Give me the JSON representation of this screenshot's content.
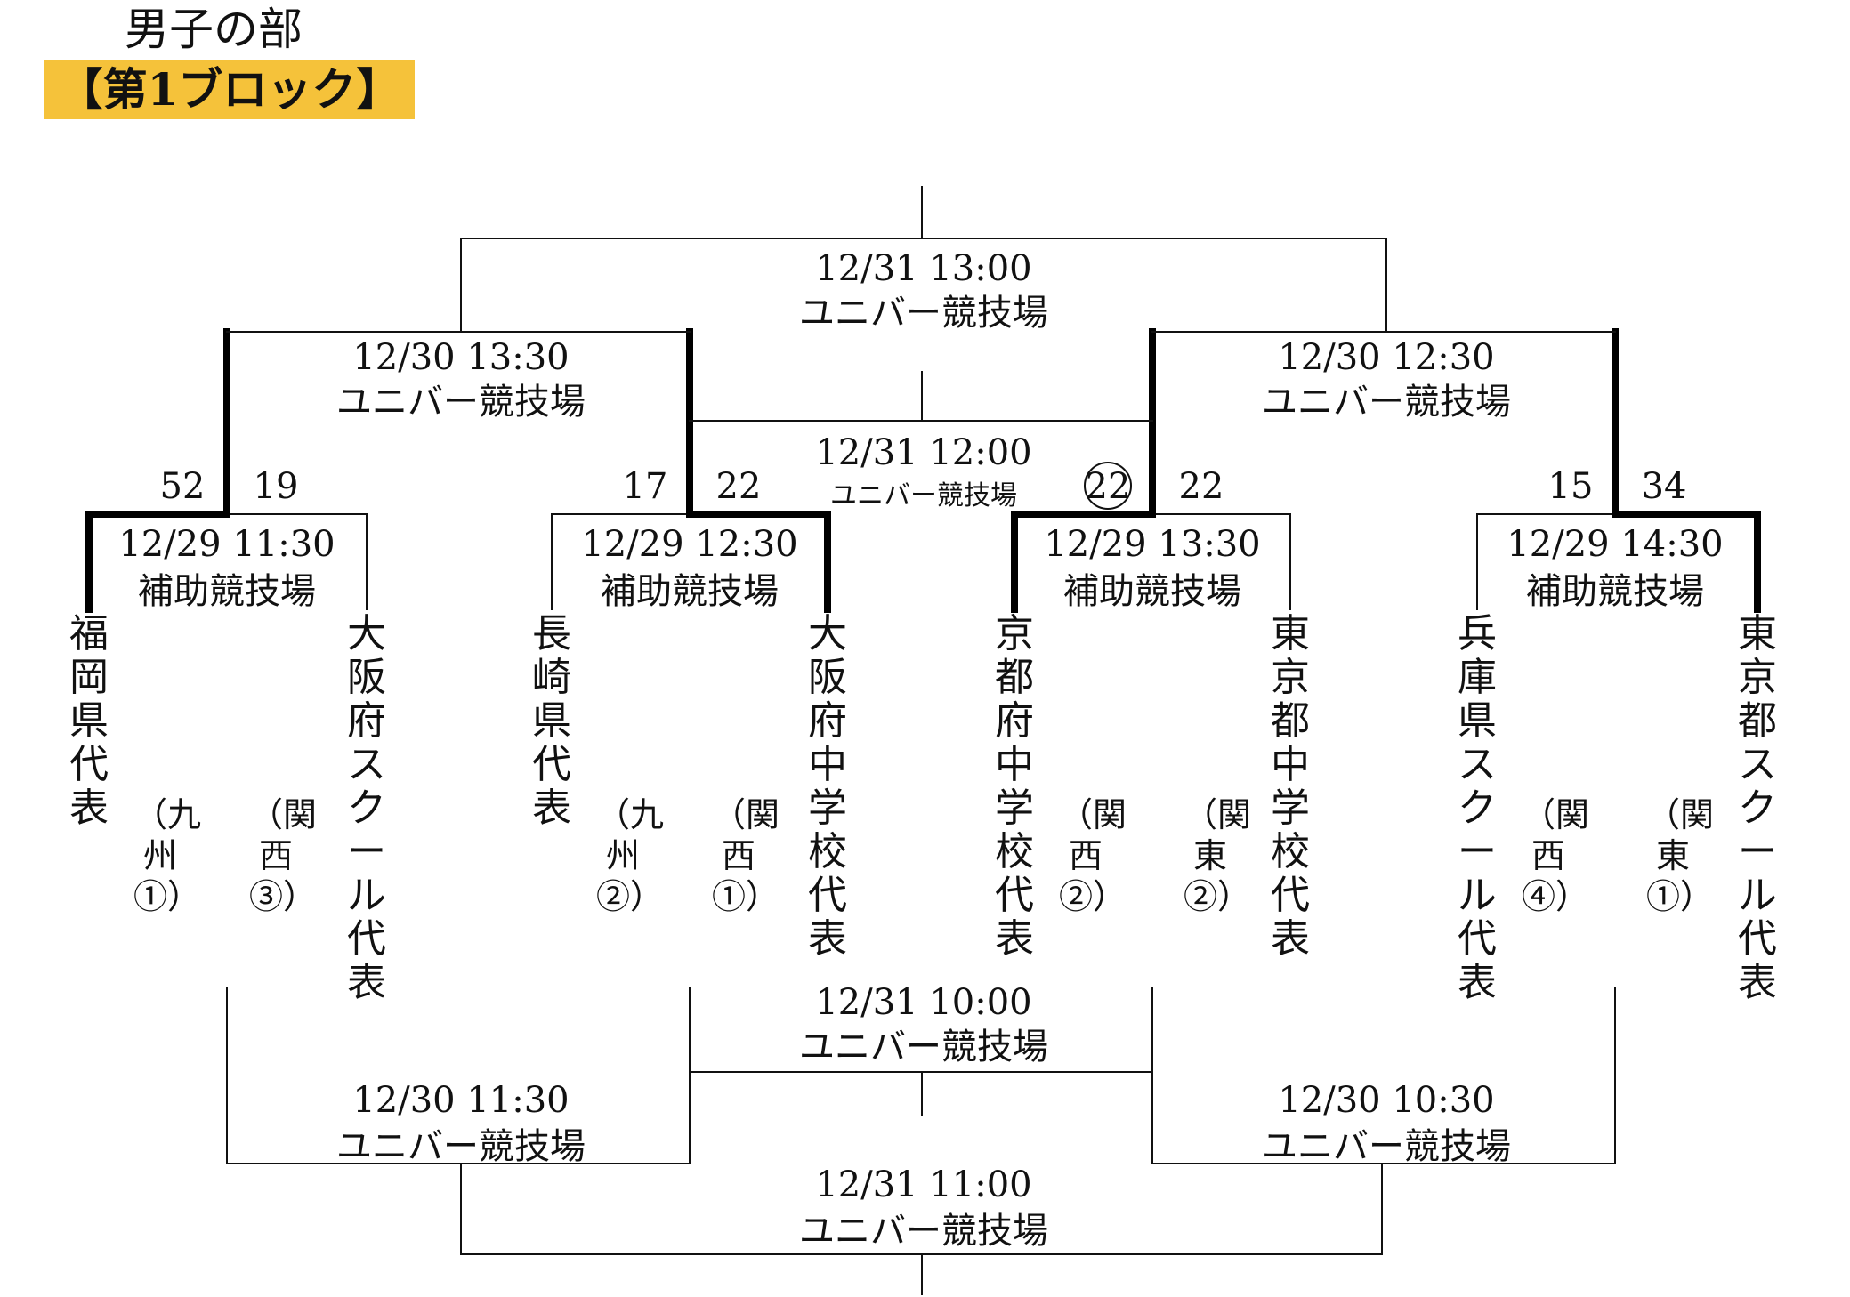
{
  "header": {
    "division": "男子の部",
    "block": "【第1ブロック】",
    "block_bg": "#f5c23a"
  },
  "colors": {
    "line": "#111111",
    "winner": "#000000"
  },
  "teams": [
    {
      "name": "福岡県代表",
      "region": ""
    },
    {
      "name": "",
      "region": "（九州①）"
    },
    {
      "name": "",
      "region": "（関西③）"
    },
    {
      "name": "大阪府スクール代表",
      "region": ""
    },
    {
      "name": "長崎県代表",
      "region": ""
    },
    {
      "name": "",
      "region": "（九州②）"
    },
    {
      "name": "",
      "region": "（関西①）"
    },
    {
      "name": "大阪府中学校代表",
      "region": ""
    },
    {
      "name": "京都府中学校代表",
      "region": ""
    },
    {
      "name": "",
      "region": "（関西②）"
    },
    {
      "name": "",
      "region": "（関東②）"
    },
    {
      "name": "東京都中学校代表",
      "region": ""
    },
    {
      "name": "兵庫県スクール代表",
      "region": ""
    },
    {
      "name": "",
      "region": "（関西④）"
    },
    {
      "name": "",
      "region": "（関東①）"
    },
    {
      "name": "東京都スクール代表",
      "region": ""
    }
  ],
  "matches": {
    "r1": [
      {
        "time": "12/29 11:30",
        "venue": "補助競技場",
        "score_left": "52",
        "score_right": "19",
        "winner": "left"
      },
      {
        "time": "12/29 12:30",
        "venue": "補助競技場",
        "score_left": "17",
        "score_right": "22",
        "winner": "right"
      },
      {
        "time": "12/29 13:30",
        "venue": "補助競技場",
        "score_left": "22",
        "score_right": "22",
        "winner": "left",
        "left_circled": true
      },
      {
        "time": "12/29 14:30",
        "venue": "補助競技場",
        "score_left": "15",
        "score_right": "34",
        "winner": "right"
      }
    ],
    "r2_top": [
      {
        "time": "12/30 13:30",
        "venue": "ユニバー競技場"
      },
      {
        "time": "12/30 12:30",
        "venue": "ユニバー競技場"
      }
    ],
    "r2_bottom": [
      {
        "time": "12/30 11:30",
        "venue": "ユニバー競技場"
      },
      {
        "time": "12/30 10:30",
        "venue": "ユニバー競技場"
      }
    ],
    "r3_top_final": {
      "time": "12/31 13:00",
      "venue": "ユニバー競技場"
    },
    "r3_top_mid": {
      "time": "12/31 12:00",
      "venue": "ユニバー競技場"
    },
    "r3_bottom_mid": {
      "time": "12/31 10:00",
      "venue": "ユニバー競技場"
    },
    "r3_bottom_final": {
      "time": "12/31 11:00",
      "venue": "ユニバー競技場"
    }
  }
}
